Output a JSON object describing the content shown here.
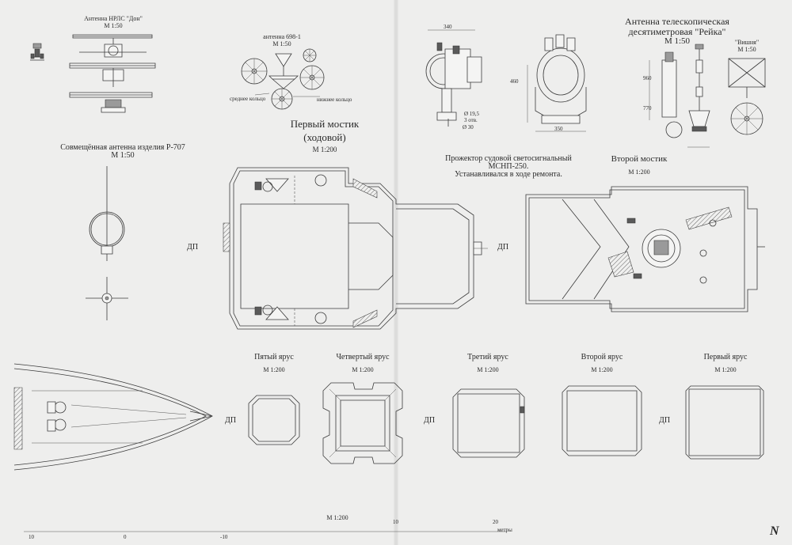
{
  "labels": {
    "antenna_don_title": "Антенна НРЛС \"Дон\"",
    "antenna_don_scale": "М 1:50",
    "antenna_698_title": "антенна 698-1",
    "antenna_698_scale": "М 1:50",
    "middle_rings": "среднее кольцо",
    "lower_rings": "нижнее кольцо",
    "combined_antenna_title": "Совмещённая антенна изделия Р-707",
    "combined_antenna_scale": "М 1:50",
    "first_bridge_title_1": "Первый мостик",
    "first_bridge_title_2": "(ходовой)",
    "first_bridge_scale": "М 1:200",
    "searchlight_caption_1": "Прожектор судовой светосигнальный",
    "searchlight_caption_2": "МСНП-250.",
    "searchlight_caption_3": "Устанавливался в ходе ремонта.",
    "searchlight_dim_width": "340",
    "searchlight_dim_height": "460",
    "searchlight_dim_base": "350",
    "searchlight_dim_d1": "Ø 19,5",
    "searchlight_dim_holes": "3 отв.",
    "searchlight_dim_d2": "Ø 30",
    "reika_title_1": "Антенна телескопическая",
    "reika_title_2": "десятиметровая \"Рейка\"",
    "reika_scale": "М 1:50",
    "reika_dim_1": "960",
    "reika_dim_2": "770",
    "vishnya_title": "\"Вишня\"",
    "vishnya_scale": "М 1:50",
    "second_bridge_title": "Второй мостик",
    "second_bridge_scale": "М 1:200",
    "dp_1": "ДП",
    "dp_2": "ДП",
    "dp_3": "ДП",
    "dp_4": "ДП",
    "dp_5": "ДП",
    "tier5_title": "Пятый ярус",
    "tier5_scale": "М 1:200",
    "tier4_title": "Четвертый ярус",
    "tier4_scale": "М 1:200",
    "tier3_title": "Третий ярус",
    "tier3_scale": "М 1:200",
    "tier2_title": "Второй ярус",
    "tier2_scale": "М 1:200",
    "tier1_title": "Первый ярус",
    "tier1_scale": "М 1:200",
    "bottom_scale": "М 1:200",
    "bottom_tick_10a": "10",
    "bottom_tick_20": "20",
    "bottom_tick_10b": "10",
    "bottom_tick_0": "0",
    "bottom_tick_m10": "-10",
    "bottom_units": "метры",
    "page_mark": "N"
  }
}
